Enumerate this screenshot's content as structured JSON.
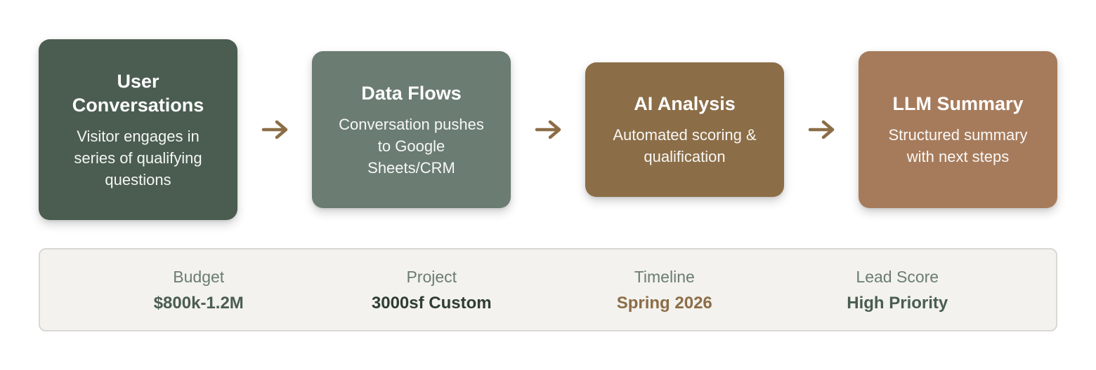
{
  "steps": [
    {
      "title": "User Conversations",
      "description": "Visitor engages in series of qualifying questions",
      "color": "#4a5d50"
    },
    {
      "title": "Data Flows",
      "description": "Conversation pushes to Google Sheets/CRM",
      "color": "#6b7c72"
    },
    {
      "title": "AI Analysis",
      "description": "Automated scoring & qualification",
      "color": "#8b6d47"
    },
    {
      "title": "LLM Summary",
      "description": "Structured summary with next steps",
      "color": "#a67b5b"
    }
  ],
  "arrow_color": "#8b6d47",
  "summary": [
    {
      "label": "Budget",
      "value": "$800k-1.2M",
      "color": "#4a5d50"
    },
    {
      "label": "Project",
      "value": "3000sf Custom",
      "color": "#2f3d34"
    },
    {
      "label": "Timeline",
      "value": "Spring 2026",
      "color": "#8b6d47"
    },
    {
      "label": "Lead Score",
      "value": "High Priority",
      "color": "#4a5d50"
    }
  ]
}
